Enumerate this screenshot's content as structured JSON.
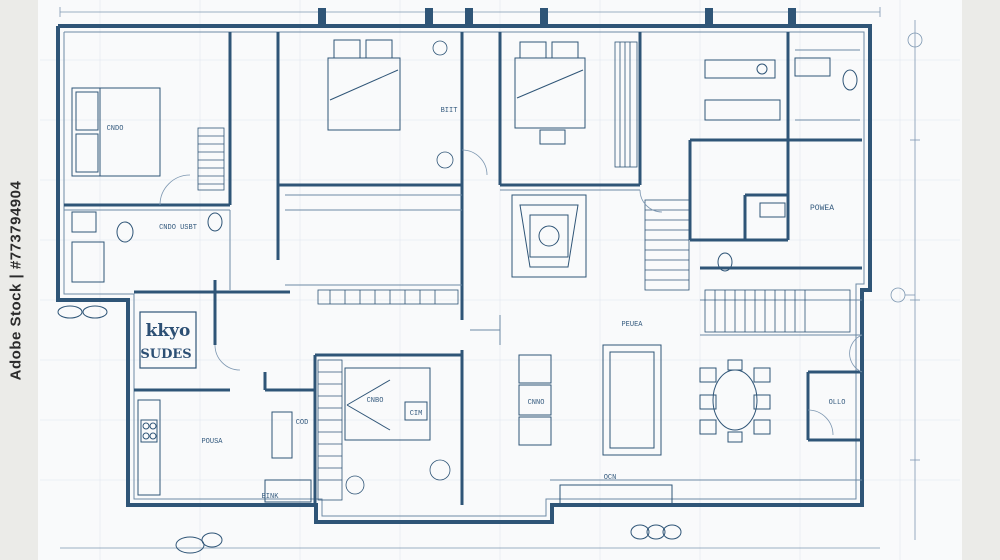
{
  "watermark": {
    "text": "Adobe Stock | #773794904"
  },
  "plan": {
    "line_color": "#2f5577",
    "thin_color": "#6d8aa6",
    "paper_color": "#f9fafb",
    "room_labels": {
      "bedroom_left": "CNDO",
      "bath_left": "CNDO  USBT",
      "bedroom_top_mid": "BIIT",
      "hall_right": "POWEA",
      "living": "PEUEA",
      "sign_top": "kkyo",
      "sign_bottom": "SUDES",
      "kitchen": "POUSA",
      "kitchen_store": "BINK",
      "bedroom_lower": "CNBO",
      "bedroom_lower_inner": "CIM",
      "closet": "COD",
      "chair_area": "CNNO",
      "media": "OCN",
      "study": "OLLO"
    }
  }
}
